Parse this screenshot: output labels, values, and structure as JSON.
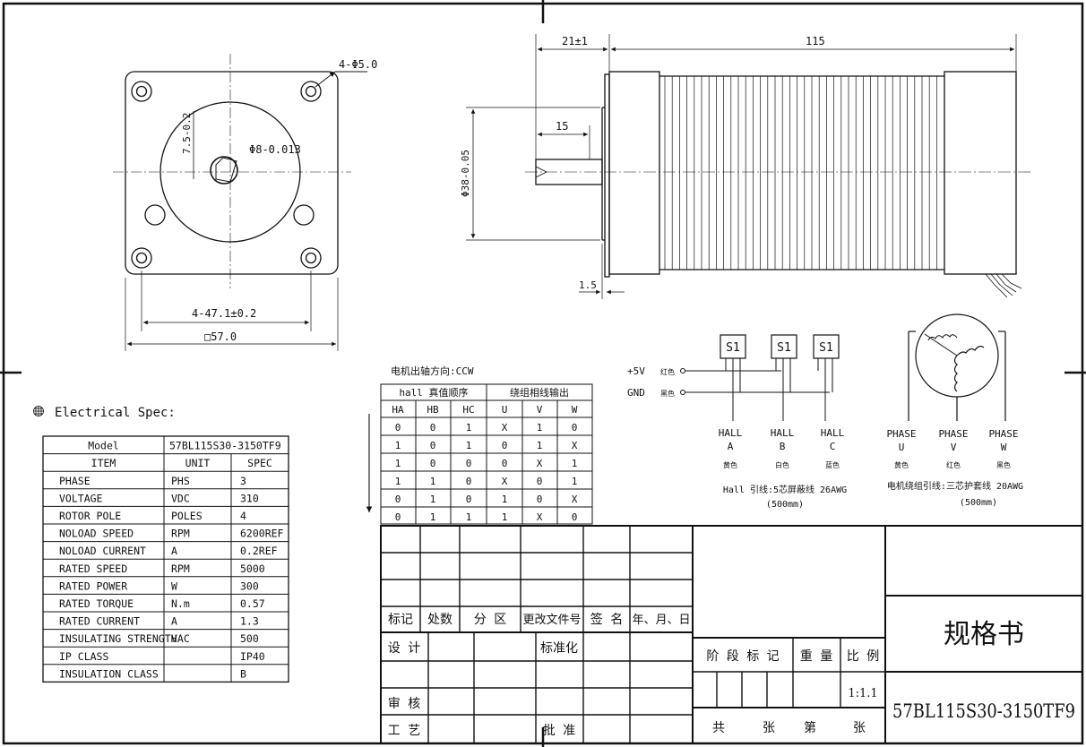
{
  "front_view": {
    "hole_label": "4-Φ5.0",
    "shaft_dia_label": "Φ8-0.013",
    "flat_label": "7.5-0.2",
    "pitch_label": "4-47.1±0.2",
    "size_label": "□57.0"
  },
  "side_view": {
    "shaft_len_label": "21±1",
    "body_len_label": "115",
    "key_len_label": "15",
    "boss_dia_label": "Φ38-0.05",
    "flange_label": "1.5"
  },
  "wiring": {
    "v5_label": "+5V",
    "gnd_label": "GND",
    "red_label": "红色",
    "black_label": "黑色",
    "sensor_label": "S1",
    "hall_a": [
      "HALL",
      "A",
      "黄色"
    ],
    "hall_b": [
      "HALL",
      "B",
      "白色"
    ],
    "hall_c": [
      "HALL",
      "C",
      "蓝色"
    ],
    "hall_note_1": "Hall 引线:5芯屏蔽线 26AWG",
    "hall_note_2": "(500mm)",
    "phase_u": [
      "PHASE",
      "U",
      "黄色"
    ],
    "phase_v": [
      "PHASE",
      "V",
      "红色"
    ],
    "phase_w": [
      "PHASE",
      "W",
      "黑色"
    ],
    "phase_note_1": "电机绕组引线:三芯护套线 20AWG",
    "phase_note_2": "(500mm)"
  },
  "sequence": {
    "title": "电机出轴方向:CCW",
    "group_hall": "hall 真值顺序",
    "group_phase": "绕组相线输出",
    "headers": [
      "HA",
      "HB",
      "HC",
      "U",
      "V",
      "W"
    ],
    "rows": [
      [
        "0",
        "0",
        "1",
        "X",
        "1",
        "0"
      ],
      [
        "1",
        "0",
        "1",
        "0",
        "1",
        "X"
      ],
      [
        "1",
        "0",
        "0",
        "0",
        "X",
        "1"
      ],
      [
        "1",
        "1",
        "0",
        "X",
        "0",
        "1"
      ],
      [
        "0",
        "1",
        "0",
        "1",
        "0",
        "X"
      ],
      [
        "0",
        "1",
        "1",
        "1",
        "X",
        "0"
      ]
    ]
  },
  "spec": {
    "heading": "Electrical Spec:",
    "model_label": "Model",
    "model_value": "57BL115S30-3150TF9",
    "headers": [
      "ITEM",
      "UNIT",
      "SPEC"
    ],
    "rows": [
      [
        "PHASE",
        "PHS",
        "3"
      ],
      [
        "VOLTAGE",
        "VDC",
        "310"
      ],
      [
        "ROTOR POLE",
        "POLES",
        "4"
      ],
      [
        "NOLOAD SPEED",
        "RPM",
        "6200REF"
      ],
      [
        "NOLOAD CURRENT",
        "A",
        "0.2REF"
      ],
      [
        "RATED SPEED",
        "RPM",
        "5000"
      ],
      [
        "RATED POWER",
        "W",
        "300"
      ],
      [
        "RATED TORQUE",
        "N.m",
        "0.57"
      ],
      [
        "RATED CURRENT",
        "A",
        "1.3"
      ],
      [
        "INSULATING STRENGTH",
        "VAC",
        "500"
      ],
      [
        "IP CLASS",
        "",
        "IP40"
      ],
      [
        "INSULATION CLASS",
        "",
        "B"
      ]
    ]
  },
  "title_block": {
    "rev_headers": [
      "标记",
      "处数",
      "分 区",
      "更改文件号",
      "签 名",
      "年、月、日"
    ],
    "design": "设 计",
    "standard": "标准化",
    "review": "审 核",
    "process": "工 艺",
    "approve": "批 准",
    "stage_mark": "阶 段 标 记",
    "weight": "重 量",
    "ratio": "比 例",
    "ratio_value": "1:1.1",
    "sheets_total": "共",
    "sheets_unit": "张",
    "sheet_no": "第",
    "sheet_unit": "张",
    "doc_title": "规格书",
    "part_no": "57BL115S30-3150TF9"
  }
}
